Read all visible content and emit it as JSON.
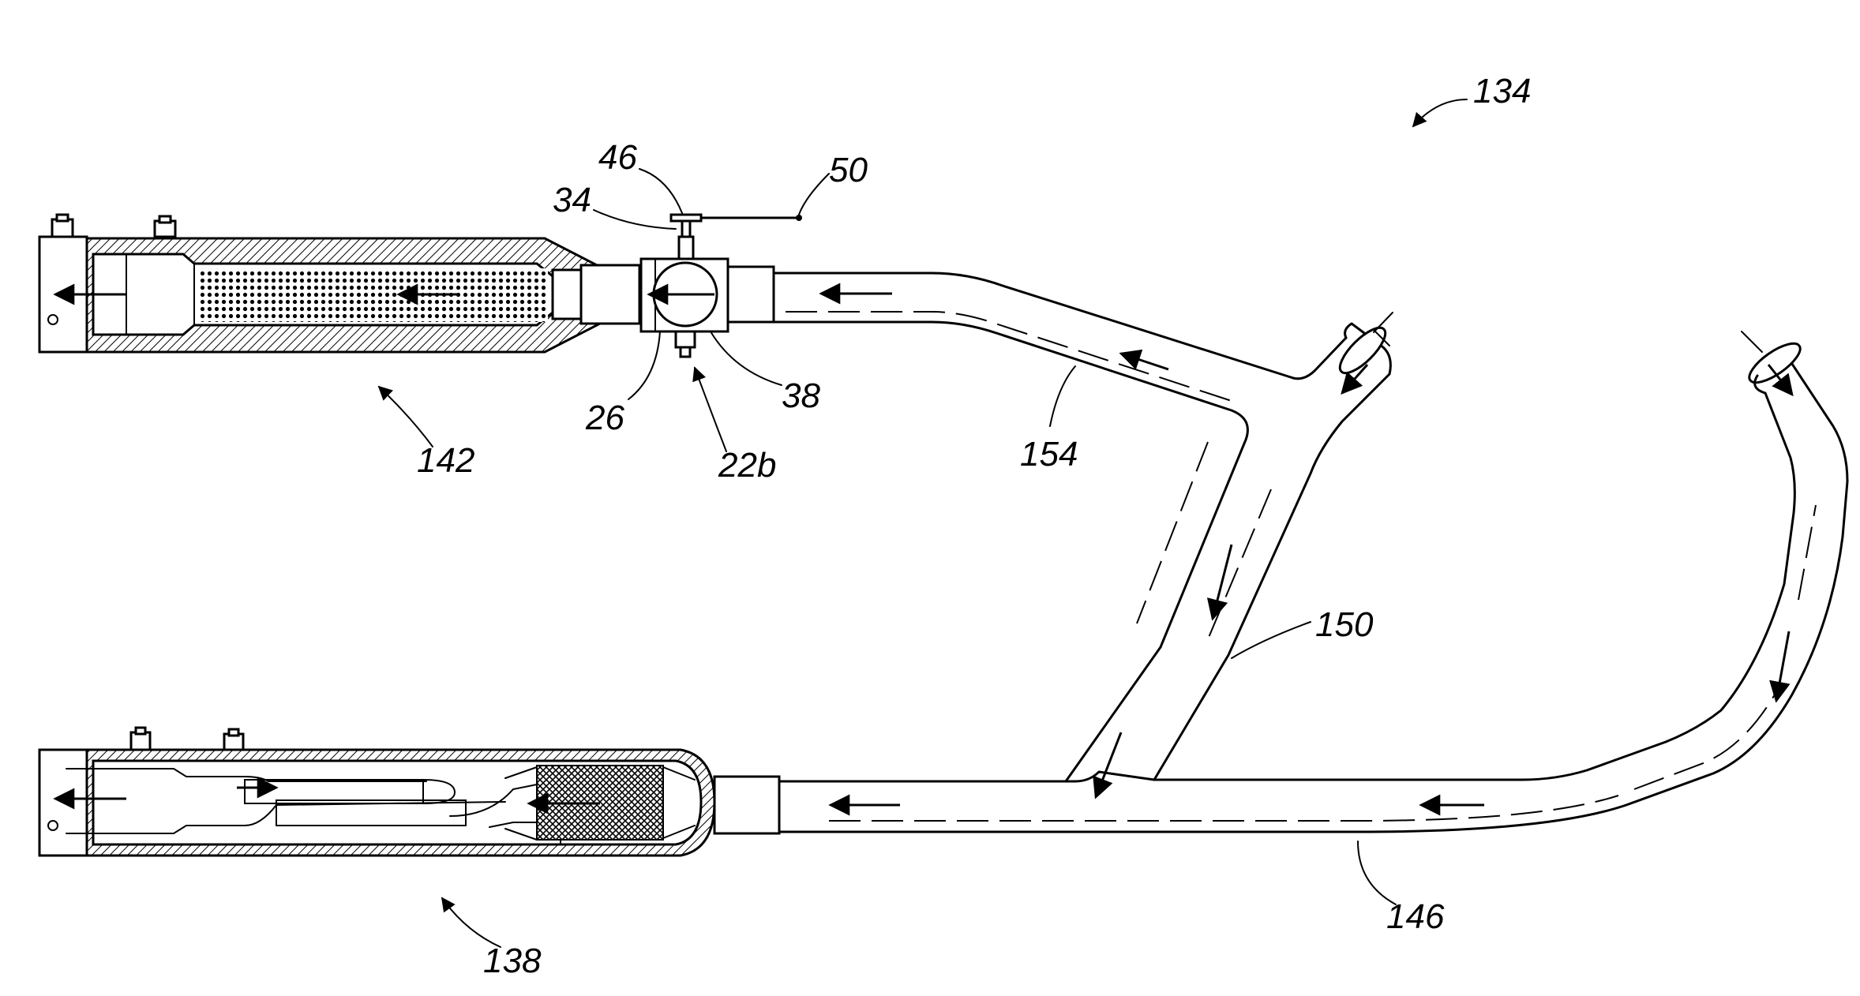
{
  "labels": {
    "ref_134": "134",
    "ref_46": "46",
    "ref_50": "50",
    "ref_34": "34",
    "ref_26": "26",
    "ref_38": "38",
    "ref_22b": "22b",
    "ref_142": "142",
    "ref_154": "154",
    "ref_150": "150",
    "ref_146": "146",
    "ref_138": "138"
  }
}
